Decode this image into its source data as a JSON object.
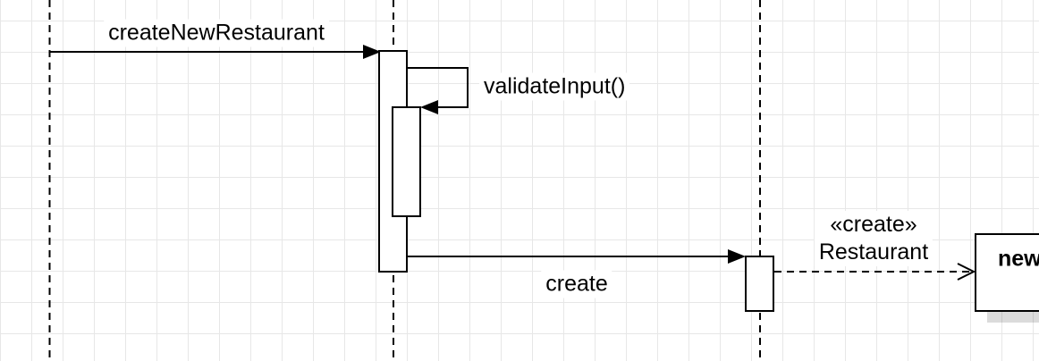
{
  "diagram": {
    "kind": "uml-sequence-fragment",
    "labels": {
      "message1": "createNewRestaurant",
      "self_call": "validateInput()",
      "message2": "create",
      "creation_stereotype": "«create»",
      "creation_name": "Restaurant",
      "object_box": "new"
    },
    "colors": {
      "background": "#ffffff",
      "grid_line": "#e7e7e7",
      "stroke": "#000000",
      "shape_fill": "#ffffff",
      "shadow": "rgba(0,0,0,0.14)"
    }
  }
}
